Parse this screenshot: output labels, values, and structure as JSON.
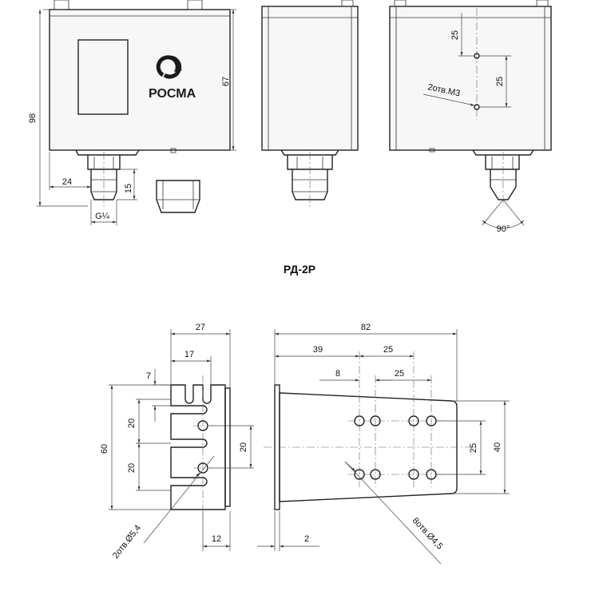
{
  "brand": {
    "name": "РОСМА"
  },
  "title": "РД-2Р",
  "top_views": {
    "front": {
      "height_total": "98",
      "height_body": "67",
      "width_nut": "24",
      "fitting_height": "15",
      "thread": "G¼"
    },
    "rear": {
      "spacing_top": "25",
      "spacing_holes": "25",
      "holes_note": "2отв.М3",
      "angle": "90°"
    }
  },
  "bracket_side": {
    "width_total": "27",
    "width_slot": "17",
    "slot_width": "7",
    "pitch_1": "20",
    "pitch_2": "20",
    "pitch_center": "20",
    "height_total": "60",
    "offset_bottom": "12",
    "holes_note": "2отв.Ø5,4"
  },
  "bracket_plan": {
    "length_total": "82",
    "offset_left": "39",
    "pitch_top": "25",
    "offset_small": "8",
    "pitch_inner": "25",
    "width_holes": "25",
    "width_total": "40",
    "thickness": "2",
    "holes_note": "8отв.Ø4,5"
  }
}
